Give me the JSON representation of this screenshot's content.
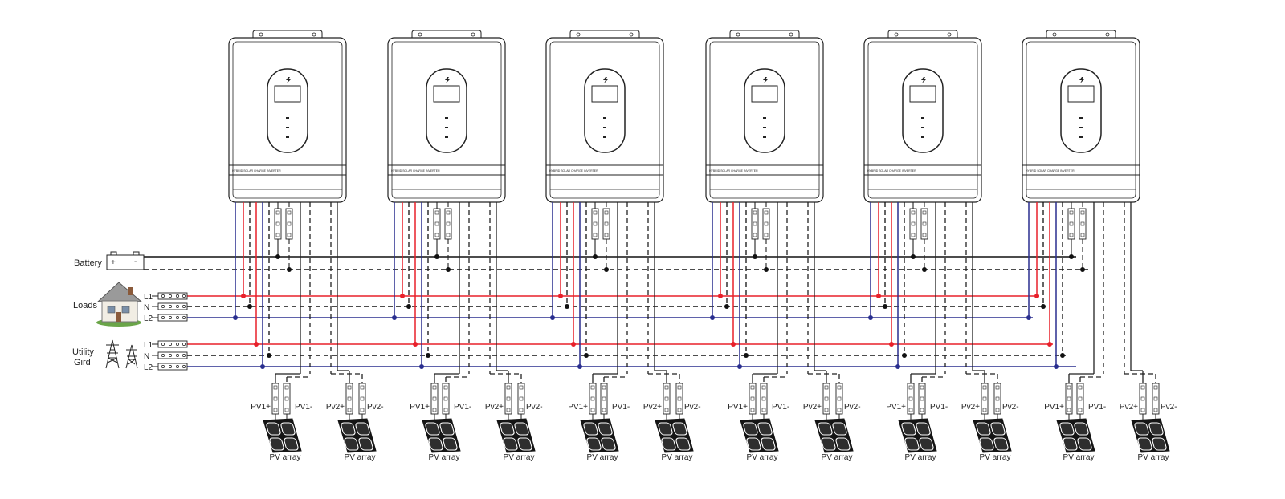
{
  "legend": {
    "battery_label": "Battery",
    "loads_label": "Loads",
    "utility_label_line1": "Utility",
    "utility_label_line2": "Gird",
    "line_l1": "L1",
    "line_n": "N",
    "line_l2": "L2"
  },
  "inverter": {
    "panel_text": "HYBRID SOLAR CHARGE INVERTER",
    "count": 6
  },
  "pv": {
    "pv1_plus": "PV1+",
    "pv1_minus": "PV1-",
    "pv2_plus": "Pv2+",
    "pv2_minus": "Pv2-",
    "array_label": "PV array"
  },
  "colors": {
    "l1_line": "#e8202a",
    "l2_line": "#2a2f8f",
    "neutral_line": "#111111",
    "battery_line": "#111111"
  }
}
